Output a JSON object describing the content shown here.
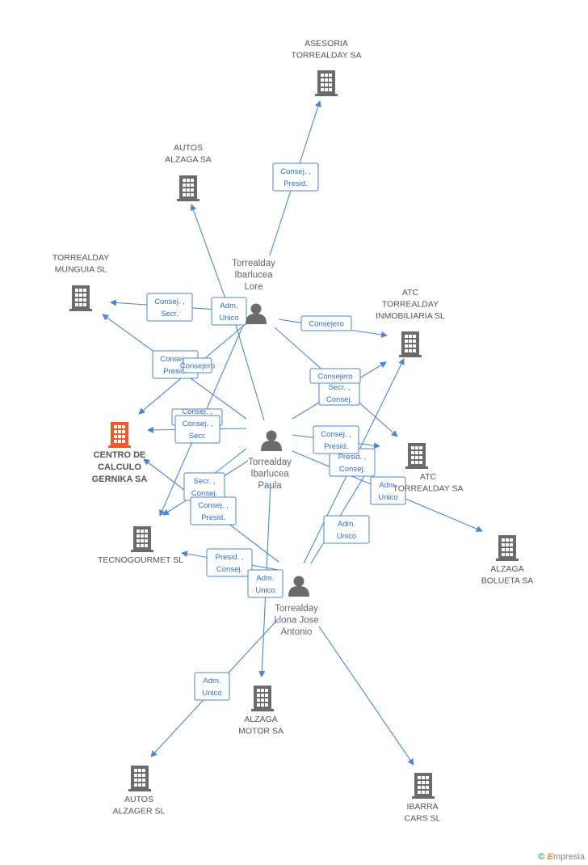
{
  "companies": [
    {
      "id": "asesoria",
      "lines": [
        "ASESORIA",
        "TORREALDAY SA"
      ],
      "focus": false
    },
    {
      "id": "autos_alzaga",
      "lines": [
        "AUTOS",
        "ALZAGA SA"
      ],
      "focus": false
    },
    {
      "id": "munguia",
      "lines": [
        "TORREALDAY",
        "MUNGUIA SL"
      ],
      "focus": false
    },
    {
      "id": "atc_inmob",
      "lines": [
        "ATC",
        "TORREALDAY",
        "INMOBILIARIA SL"
      ],
      "focus": false
    },
    {
      "id": "centro",
      "lines": [
        "CENTRO DE",
        "CALCULO",
        "GERNIKA SA"
      ],
      "focus": true
    },
    {
      "id": "atc_sa",
      "lines": [
        "ATC",
        "TORREALDAY SA"
      ],
      "focus": false
    },
    {
      "id": "tecnogourmet",
      "lines": [
        "TECNOGOURMET SL"
      ],
      "focus": false
    },
    {
      "id": "bolueta",
      "lines": [
        "ALZAGA",
        "BOLUETA SA"
      ],
      "focus": false
    },
    {
      "id": "motor",
      "lines": [
        "ALZAGA",
        "MOTOR SA"
      ],
      "focus": false
    },
    {
      "id": "alzager",
      "lines": [
        "AUTOS",
        "ALZAGER SL"
      ],
      "focus": false
    },
    {
      "id": "ibarra",
      "lines": [
        "IBARRA",
        "CARS  SL"
      ],
      "focus": false
    }
  ],
  "persons": [
    {
      "id": "lore",
      "lines": [
        "Torrealday",
        "Ibarlucea",
        "Lore"
      ]
    },
    {
      "id": "paula",
      "lines": [
        "Torrealday",
        "Ibarlucea",
        "Paula"
      ]
    },
    {
      "id": "jose",
      "lines": [
        "Torrealday",
        "Llona Jose",
        "Antonio"
      ]
    }
  ],
  "relations": [
    {
      "id": "r1",
      "lines": [
        "Consej. ,",
        "Presid."
      ]
    },
    {
      "id": "r2",
      "lines": [
        "Adm.",
        "Unico"
      ]
    },
    {
      "id": "r3",
      "lines": [
        "Consej. ,",
        "Secr."
      ]
    },
    {
      "id": "r4",
      "lines": [
        "Consejero"
      ]
    },
    {
      "id": "r5",
      "lines": [
        "Consej. ,",
        "Presid."
      ]
    },
    {
      "id": "r6",
      "lines": [
        "Consejero"
      ]
    },
    {
      "id": "r7",
      "lines": [
        "Secr. ,",
        "Consej."
      ]
    },
    {
      "id": "r8",
      "lines": [
        "Consejero"
      ]
    },
    {
      "id": "r9",
      "lines": [
        "Consej. ,",
        "Secr."
      ]
    },
    {
      "id": "r10",
      "lines": [
        "Consej. ,",
        "Secr."
      ]
    },
    {
      "id": "r11",
      "lines": [
        "Presid. ,",
        "Consej."
      ]
    },
    {
      "id": "r12",
      "lines": [
        "Adm.",
        "Unico"
      ]
    },
    {
      "id": "r13",
      "lines": [
        "Secr. ,",
        "Consej."
      ]
    },
    {
      "id": "r14",
      "lines": [
        "Consej. ,",
        "Presid."
      ]
    },
    {
      "id": "r15",
      "lines": [
        "Consej. ,",
        "Presid."
      ]
    },
    {
      "id": "r16",
      "lines": [
        "Presid. ,",
        "Consej."
      ]
    },
    {
      "id": "r17",
      "lines": [
        "Adm.",
        "Unico"
      ]
    },
    {
      "id": "r18",
      "lines": [
        "Adm.",
        "Unico"
      ]
    },
    {
      "id": "r19",
      "lines": [
        "Adm.",
        "Unico"
      ]
    }
  ],
  "footer": {
    "copyright": "©",
    "brand_first": "E",
    "brand_rest": "mpresia"
  },
  "colors": {
    "edge": "#4a86d6",
    "building": "#6b6b6b",
    "building_focus": "#f05a28",
    "person": "#6b6b6b"
  }
}
